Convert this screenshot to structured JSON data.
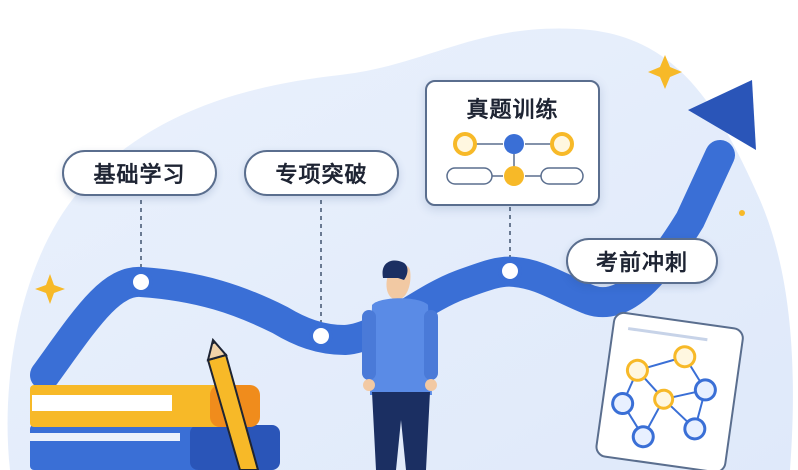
{
  "stages": [
    {
      "label": "基础学习"
    },
    {
      "label": "专项突破"
    },
    {
      "label": "真题训练"
    },
    {
      "label": "考前冲刺"
    }
  ],
  "colors": {
    "blue": "#3a6fd6",
    "dark_blue": "#2a55b8",
    "yellow": "#f7b928",
    "light_bg": "#e4edfb",
    "navy": "#1b2f62"
  }
}
